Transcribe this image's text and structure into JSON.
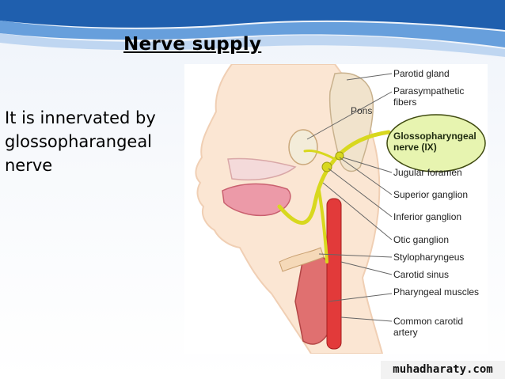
{
  "slide": {
    "title": "Nerve supply",
    "body": "It is innervated by glossopharangeal nerve"
  },
  "figure": {
    "structure_label": "Pons",
    "labels": [
      "Parotid gland",
      "Parasympathetic fibers",
      "Glossopharyngeal nerve (IX)",
      "Jugular foramen",
      "Superior ganglion",
      "Inferior ganglion",
      "Otic ganglion",
      "Stylopharyngeus",
      "Carotid sinus",
      "Pharyngeal muscles",
      "Common carotid artery"
    ]
  },
  "watermark": "muhadharaty.com",
  "colors": {
    "nerve": "#d8d81e",
    "muscle": "#d64c4c",
    "artery": "#e23a3a",
    "highlight_fill": "#e3f2a2",
    "highlight_stroke": "#3f4a10"
  }
}
